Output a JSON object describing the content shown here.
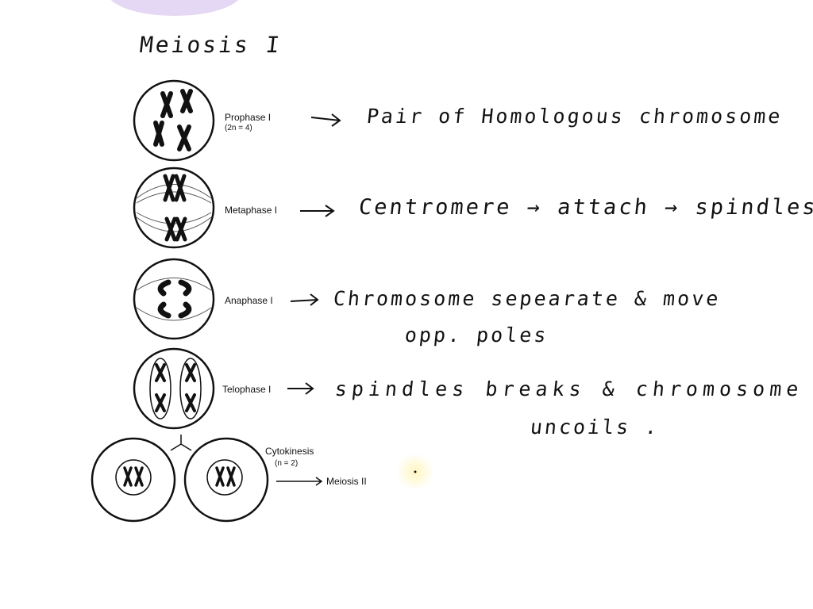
{
  "title": "Meiosis I",
  "stages": [
    {
      "label": "Prophase I",
      "sublabel": "(2n = 4)",
      "note": "Pair of Homologous chromosome"
    },
    {
      "label": "Metaphase I",
      "sublabel": "",
      "note": "Centromere → attach → spindles"
    },
    {
      "label": "Anaphase I",
      "sublabel": "",
      "note": "Chromosome sepearate & move",
      "note2": "opp. poles"
    },
    {
      "label": "Telophase I",
      "sublabel": "",
      "note": "spindles breaks & chromosome",
      "note2": "uncoils ."
    }
  ],
  "cytokinesis": {
    "label": "Cytokinesis",
    "sublabel": "(n = 2)",
    "next": "Meiosis II"
  },
  "colors": {
    "ink": "#111111",
    "highlight": "#d8c8f0",
    "cursor": "#fff3b0"
  }
}
